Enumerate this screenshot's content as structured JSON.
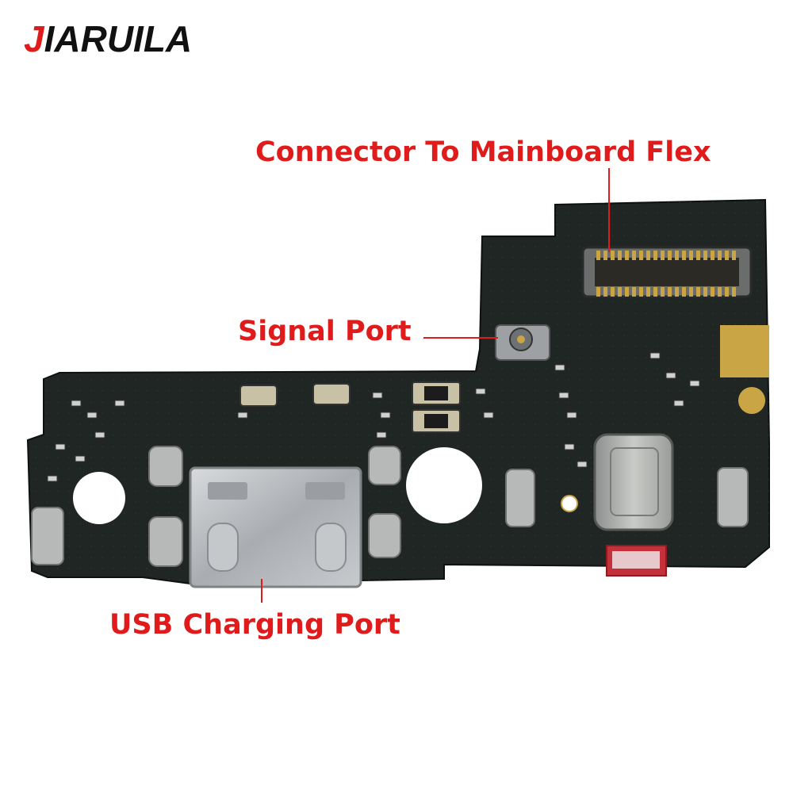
{
  "brand": {
    "first_letter": "J",
    "rest": "IARUILA"
  },
  "callouts": {
    "connector": "Connector To Mainboard Flex",
    "signal": "Signal Port",
    "usb": "USB Charging Port"
  },
  "colors": {
    "accent": "#e01b1b",
    "pcb": "#1f2623",
    "metal": "#b9bcbf",
    "gold": "#c9a545"
  }
}
